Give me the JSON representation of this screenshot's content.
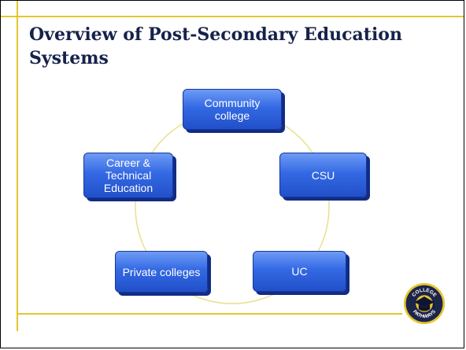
{
  "slide": {
    "title": "Overview of Post-Secondary Education Systems",
    "accent_color": "#e3c630",
    "title_color": "#15224b",
    "node_color": "#2f62dc",
    "nodes": [
      {
        "id": "community-college",
        "label": "Community college"
      },
      {
        "id": "csu",
        "label": "CSU"
      },
      {
        "id": "uc",
        "label": "UC"
      },
      {
        "id": "private-colleges",
        "label": "Private colleges"
      },
      {
        "id": "career-technical",
        "label": "Career & Technical Education"
      }
    ],
    "logo": {
      "top_text": "COLLEGE",
      "bottom_text": "PATHWAYS",
      "icon": "graduation-cap-icon"
    }
  }
}
